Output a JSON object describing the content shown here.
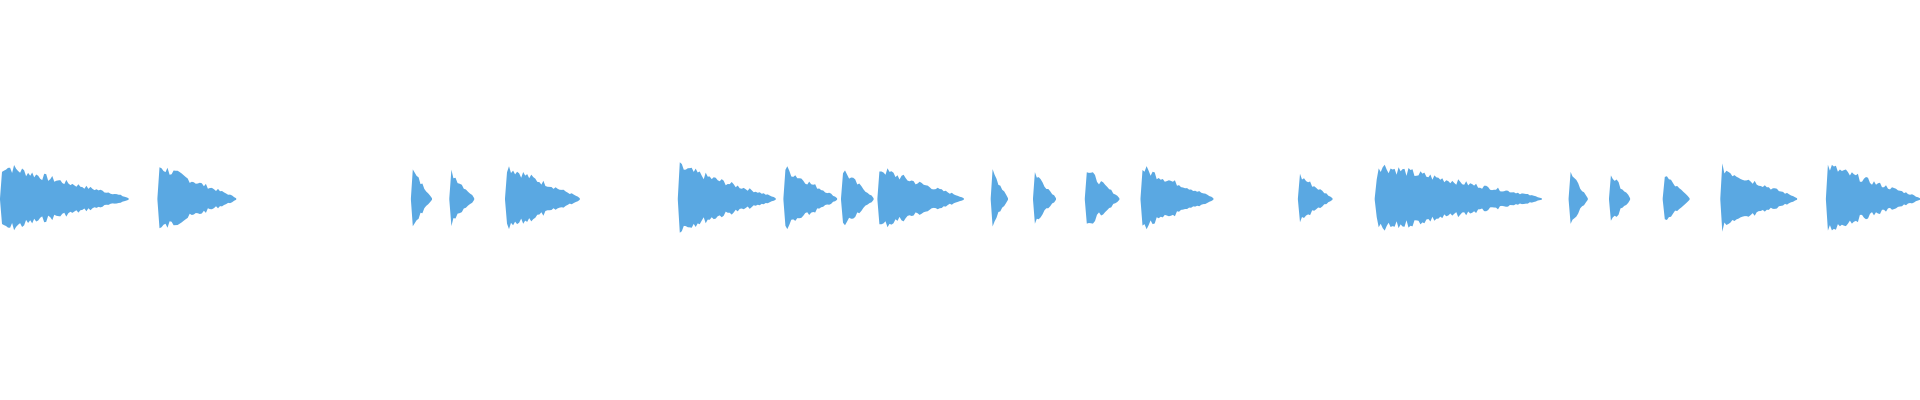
{
  "waveform": {
    "color": "#5aa8e2",
    "background": "#ffffff",
    "onsets_fraction": [
      0.0,
      0.082,
      0.214,
      0.234,
      0.263,
      0.353,
      0.408,
      0.438,
      0.457,
      0.516,
      0.538,
      0.565,
      0.594,
      0.676,
      0.716,
      0.817,
      0.838,
      0.866,
      0.896,
      0.951
    ],
    "decay_fraction": [
      0.067,
      0.041,
      0.011,
      0.013,
      0.039,
      0.051,
      0.028,
      0.017,
      0.045,
      0.009,
      0.012,
      0.018,
      0.038,
      0.018,
      0.087,
      0.01,
      0.011,
      0.014,
      0.04,
      0.049
    ],
    "amplitude": [
      1.0,
      0.98,
      0.9,
      0.85,
      0.98,
      0.95,
      0.92,
      0.9,
      0.9,
      0.9,
      0.85,
      0.9,
      0.92,
      0.72,
      1.0,
      0.82,
      0.8,
      0.75,
      0.92,
      0.98
    ]
  }
}
